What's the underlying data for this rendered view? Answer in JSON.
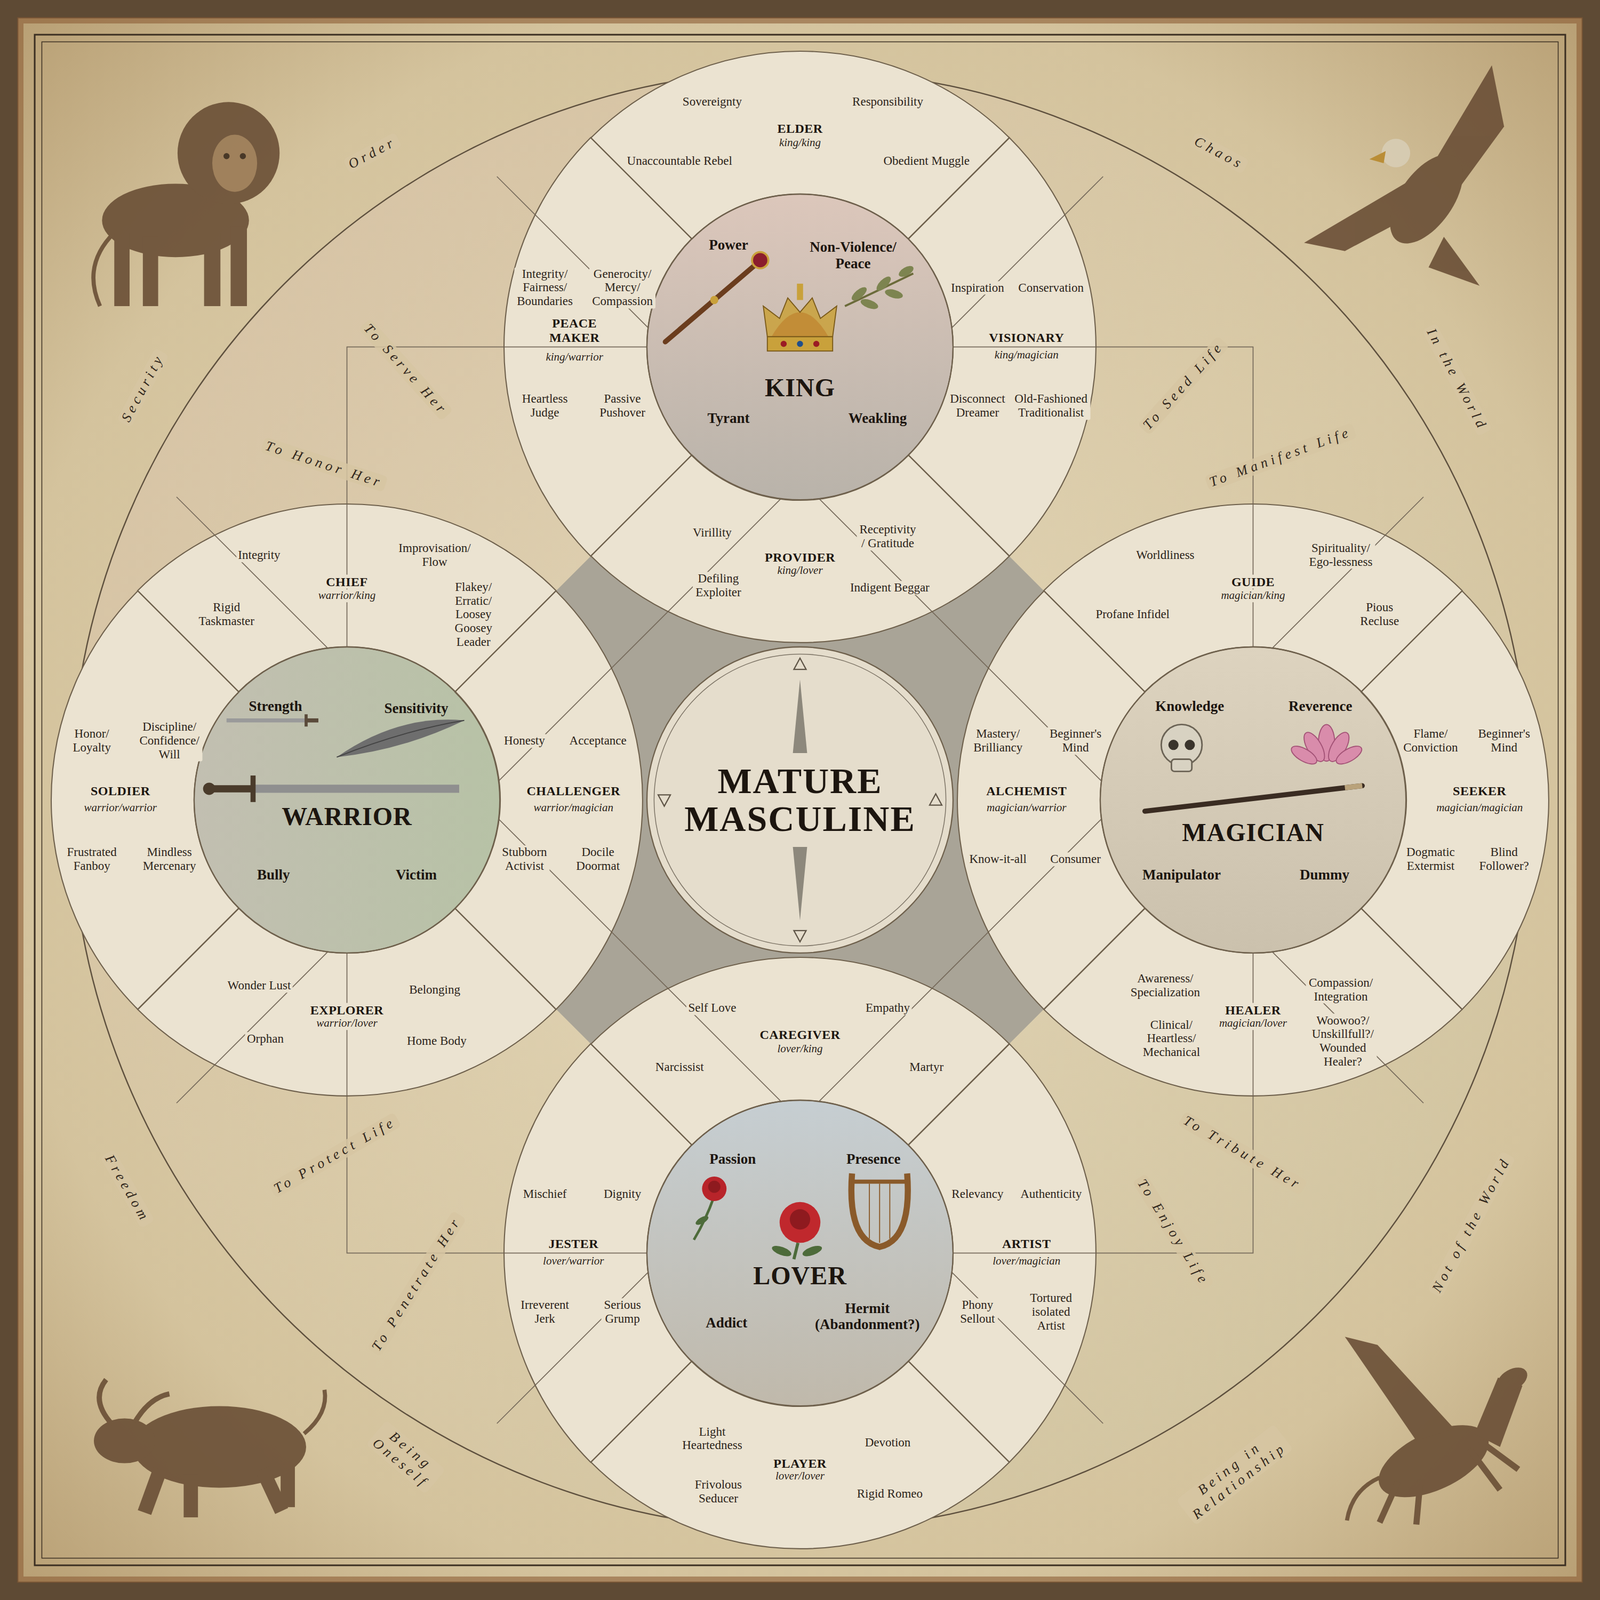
{
  "diagram": {
    "nodes": [
      {
        "text": [
          "ELDER",
          "king/king",
          "Sovereignty",
          "Responsibility",
          "Unaccountable Rebel",
          "Obedient Muggle"
        ]
      },
      {
        "text": [
          "PEACE MAKER",
          "king/warrior",
          "Integrity/ Fairness/ Boundaries",
          "Generocity/ Mercy/ Compassion",
          "Heartless Judge",
          "Passive Pushover"
        ]
      },
      {
        "text": [
          "KING",
          "Power",
          "Non-Violence/ Peace",
          "Tyrant",
          "Weakling"
        ]
      },
      {
        "text": [
          "VISIONARY",
          "king/magician",
          "Inspiration",
          "Conservation",
          "Disconnect Dreamer",
          "Old-Fashioned Traditionalist"
        ]
      },
      {
        "text": [
          "PROVIDER",
          "king/lover",
          "Virillity",
          "Receptivity / Gratitude",
          "Defiling Exploiter",
          "Indigent Beggar"
        ]
      },
      {
        "text": [
          "CHIEF",
          "warrior/king",
          "Integrity",
          "Improvisation/ Flow",
          "Rigid Taskmaster",
          "Flakey/ Erratic/ Loosey Goosey Leader"
        ]
      },
      {
        "text": [
          "GUIDE",
          "magician/king",
          "Worldliness",
          "Spirituality/ Ego-lessness",
          "Profane Infidel",
          "Pious Recluse"
        ]
      },
      {
        "text": [
          "SOLDIER",
          "warrior/warrior",
          "Honor/ Loyalty",
          "Discipline/ Confidence/ Will",
          "Frustrated Fanboy",
          "Mindless Mercenary"
        ]
      },
      {
        "text": [
          "WARRIOR",
          "Strength",
          "Sensitivity",
          "Bully",
          "Victim"
        ]
      },
      {
        "text": [
          "CHALLENGER",
          "warrior/magician",
          "Honesty",
          "Acceptance",
          "Stubborn Activist",
          "Docile Doormat"
        ]
      },
      {
        "text": [
          "MATURE MASCULINE"
        ]
      },
      {
        "text": [
          "ALCHEMIST",
          "magician/warrior",
          "Mastery/ Brilliancy",
          "Beginner's Mind",
          "Know-it-all",
          "Consumer"
        ]
      },
      {
        "text": [
          "MAGICIAN",
          "Knowledge",
          "Reverence",
          "Manipulator",
          "Dummy"
        ]
      },
      {
        "text": [
          "SEEKER",
          "magician/magician",
          "Flame/ Conviction",
          "Beginner's Mind",
          "Dogmatic Extermist",
          "Blind Follower?"
        ]
      },
      {
        "text": [
          "EXPLORER",
          "warrior/lover",
          "Wonder Lust",
          "Belonging",
          "Orphan",
          "Home Body"
        ]
      },
      {
        "text": [
          "HEALER",
          "magician/lover",
          "Awareness/ Specialization",
          "Compassion/ Integration",
          "Clinical/ Heartless/ Mechanical",
          "Woowoo?/ Unskillfull?/ Wounded Healer?"
        ]
      },
      {
        "text": [
          "CAREGIVER",
          "lover/king",
          "Self Love",
          "Empathy",
          "Narcissist",
          "Martyr"
        ]
      },
      {
        "text": [
          "JESTER",
          "lover/warrior",
          "Mischief",
          "Dignity",
          "Irreverent Jerk",
          "Serious Grump"
        ]
      },
      {
        "text": [
          "LOVER",
          "Passion",
          "Presence",
          "Addict",
          "Hermit (Abandonment?)"
        ]
      },
      {
        "text": [
          "ARTIST",
          "lover/magician",
          "Relevancy",
          "Authenticity",
          "Phony Sellout",
          "Tortured isolated Artist"
        ]
      },
      {
        "text": [
          "PLAYER",
          "lover/lover",
          "Light Heartedness",
          "Devotion",
          "Frivolous Seducer",
          "Rigid Romeo"
        ]
      }
    ],
    "labels": [
      "Order",
      "Chaos",
      "Security",
      "In the World",
      "To Serve Her",
      "To Seed Life",
      "To Honor Her",
      "To Manifest Life",
      "To Protect Life",
      "To Tribute Her",
      "Freedom",
      "Not of the World",
      "To Penetrate Her",
      "To Enjoy Life",
      "Being Oneself",
      "Being in Relationship"
    ]
  }
}
